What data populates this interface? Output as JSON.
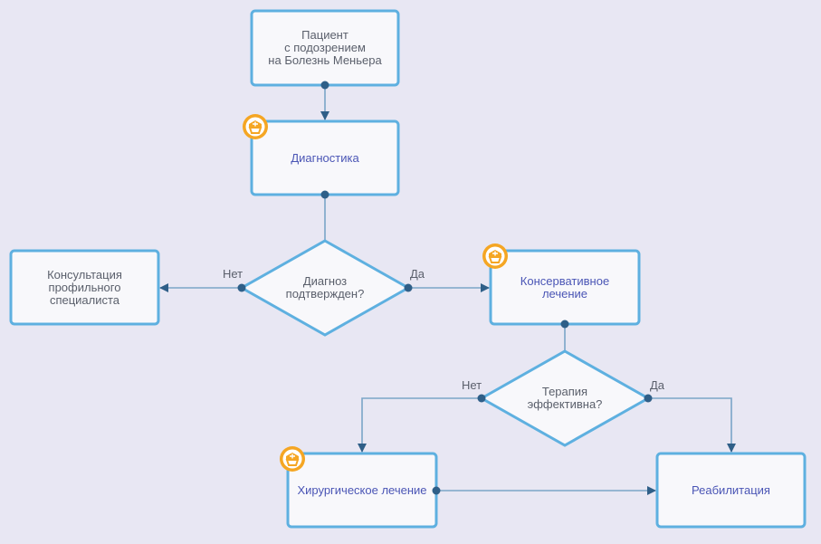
{
  "colors": {
    "background": "#e8e7f3",
    "box_fill": "#f8f8fb",
    "box_stroke": "#5eb0e0",
    "edge": "#7aa5c8",
    "arrow": "#2f5f88",
    "dot": "#2f5f88",
    "badge": "#f5a623",
    "link_text": "#4a55b5",
    "text": "#5a5f6b"
  },
  "nodes": {
    "patient": "Пациент\nс подозрением\nна Болезнь Меньера",
    "diagnostics": "Диагностика",
    "diagnosis_confirmed": "Диагноз\nподтвержден?",
    "consultation": "Консультация\nпрофильного\nспециалиста",
    "conservative": "Консервативное\nлечение",
    "therapy_effective": "Терапия\nэффективна?",
    "surgical": "Хирургическое лечение",
    "rehabilitation": "Реабилитация"
  },
  "edge_labels": {
    "no_1": "Нет",
    "yes_1": "Да",
    "no_2": "Нет",
    "yes_2": "Да"
  },
  "icons": {
    "badge": "nurse-cap-icon"
  }
}
